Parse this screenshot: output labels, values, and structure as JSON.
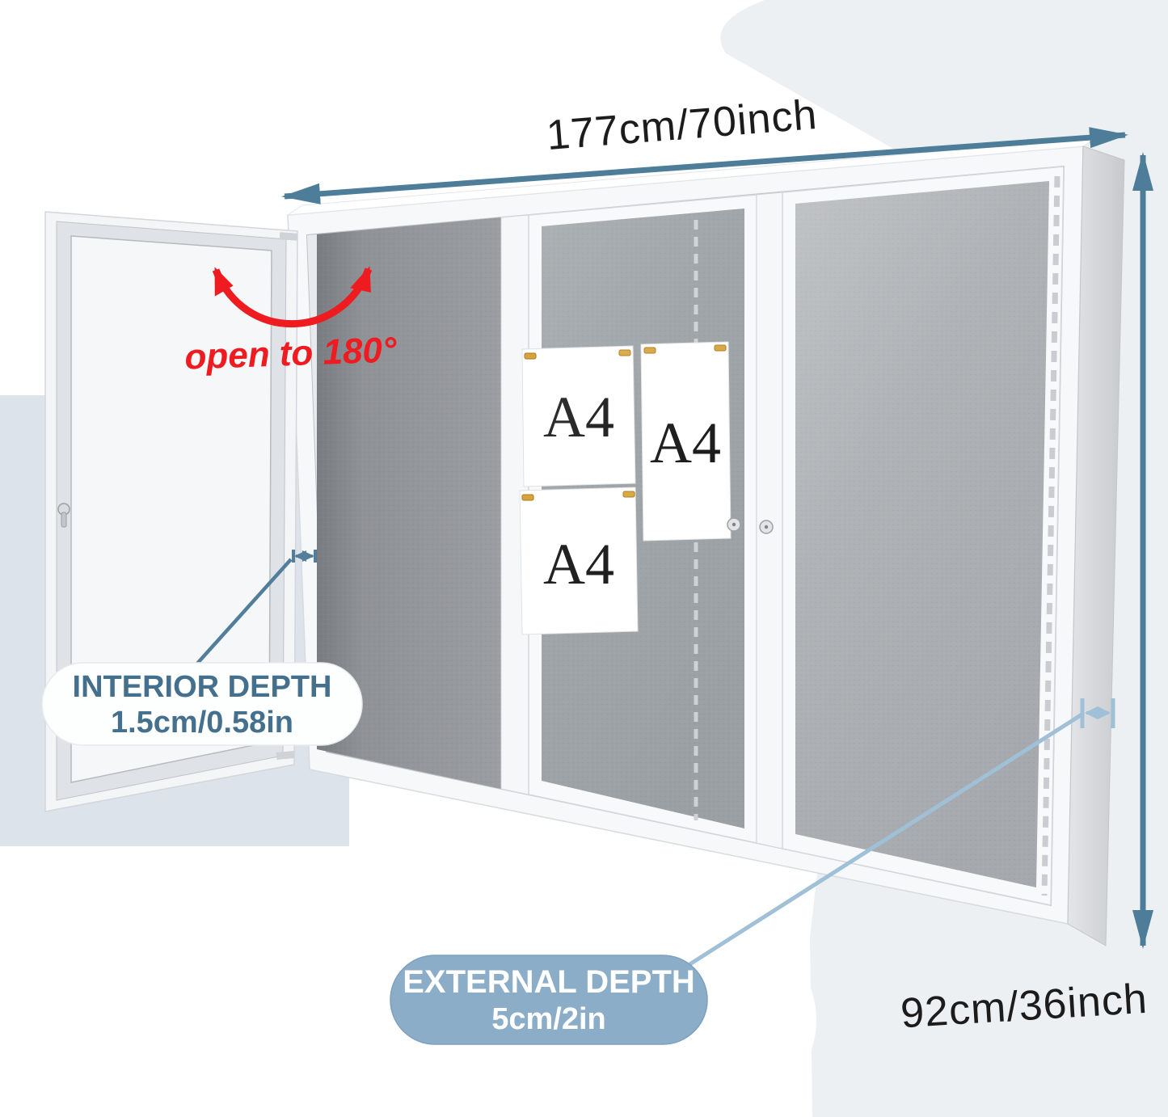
{
  "annotations": {
    "width_label": "177cm/70inch",
    "height_label": "92cm/36inch",
    "open_label": "open to 180°",
    "interior_badge": {
      "title": "INTERIOR DEPTH",
      "value": "1.5cm/0.58in"
    },
    "external_badge": {
      "title": "EXTERNAL DEPTH",
      "value": "5cm/2in"
    }
  },
  "papers": [
    {
      "label": "A4"
    },
    {
      "label": "A4"
    },
    {
      "label": "A4"
    }
  ],
  "colors": {
    "dimension_arrow": "#4e7d99",
    "pointer_dark": "#527e9b",
    "pointer_light": "#9fc0d6",
    "red": "#ee1b20",
    "badge_blue_fill": "#8badc8",
    "badge_text_blue": "#44708e",
    "label_black": "#1c1c1c"
  }
}
